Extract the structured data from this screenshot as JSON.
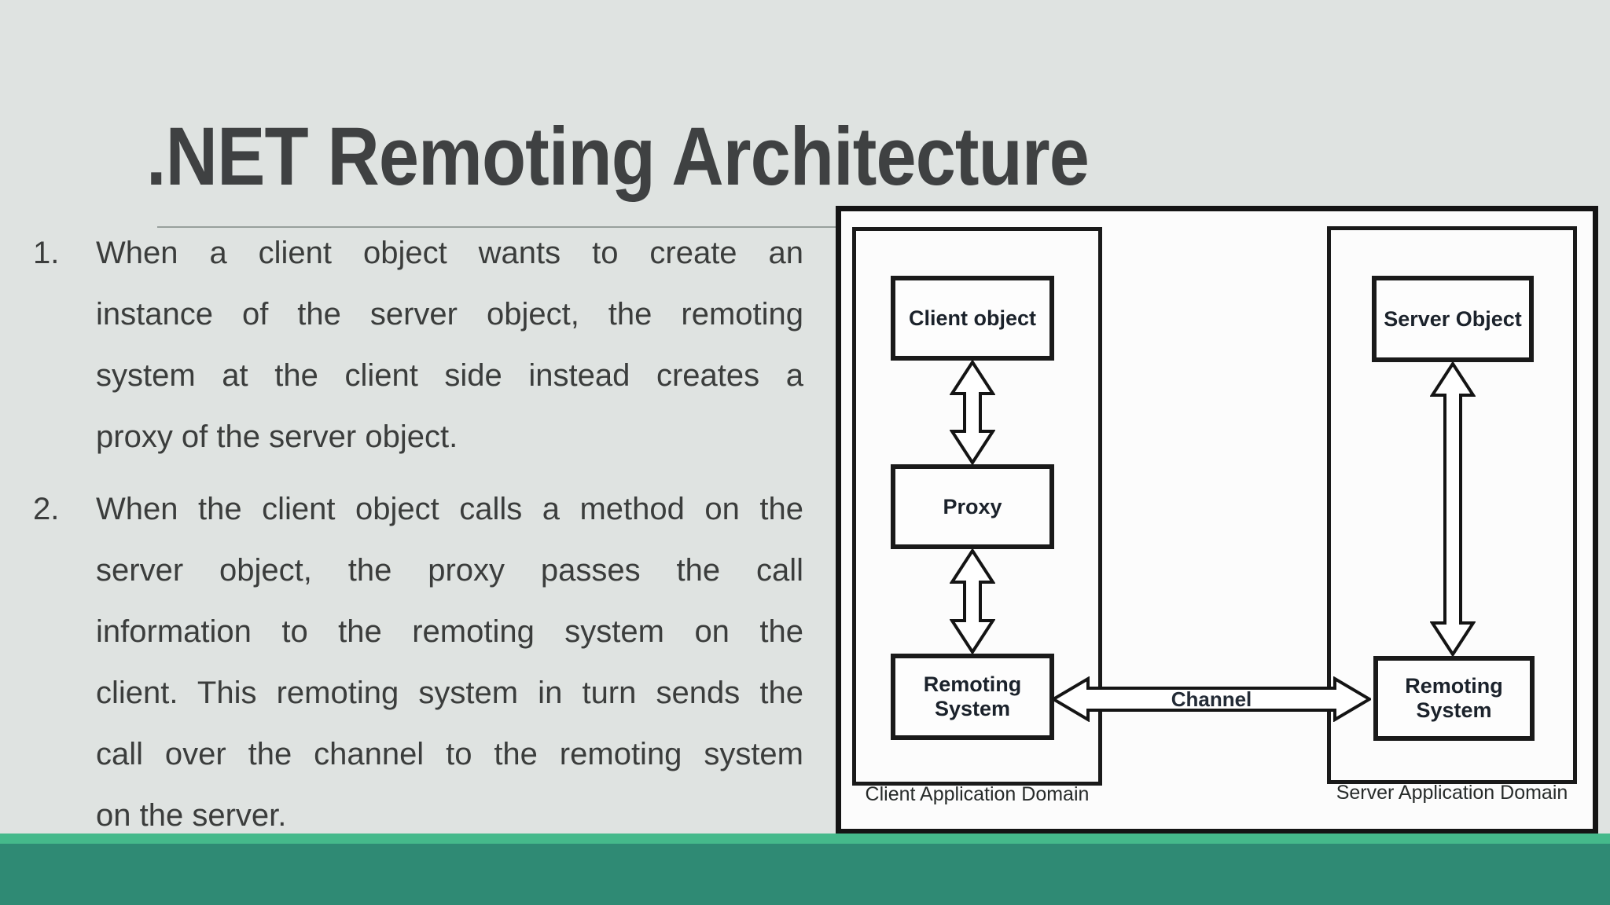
{
  "slide": {
    "title": ".NET Remoting Architecture",
    "list": {
      "items": [
        {
          "number": "1.",
          "lines": [
            "When a client object wants to create an",
            "instance of the server object, the remoting",
            "system at the client side instead creates a",
            "proxy of the server object."
          ]
        },
        {
          "number": "2.",
          "lines": [
            "When the client object calls a method on the",
            "server object, the proxy passes the call",
            "information to the remoting system on the",
            "client. This remoting system in turn sends the",
            "call over the channel to the remoting system",
            "on the server."
          ]
        }
      ]
    },
    "diagram": {
      "client_domain": {
        "caption": "Client Application Domain",
        "client_object": "Client object",
        "proxy": "Proxy",
        "remoting_system": "Remoting System"
      },
      "server_domain": {
        "caption": "Server Application Domain",
        "server_object": "Server Object",
        "remoting_system": "Remoting System"
      },
      "channel": "Channel"
    },
    "colors": {
      "background": "#dfe3e1",
      "accent_light": "#45b98b",
      "accent_dark": "#2f8a74",
      "title_text": "#3f4142",
      "body_text": "#3b3d3c",
      "divider": "#98a09c",
      "diagram_line": "#141414"
    }
  }
}
